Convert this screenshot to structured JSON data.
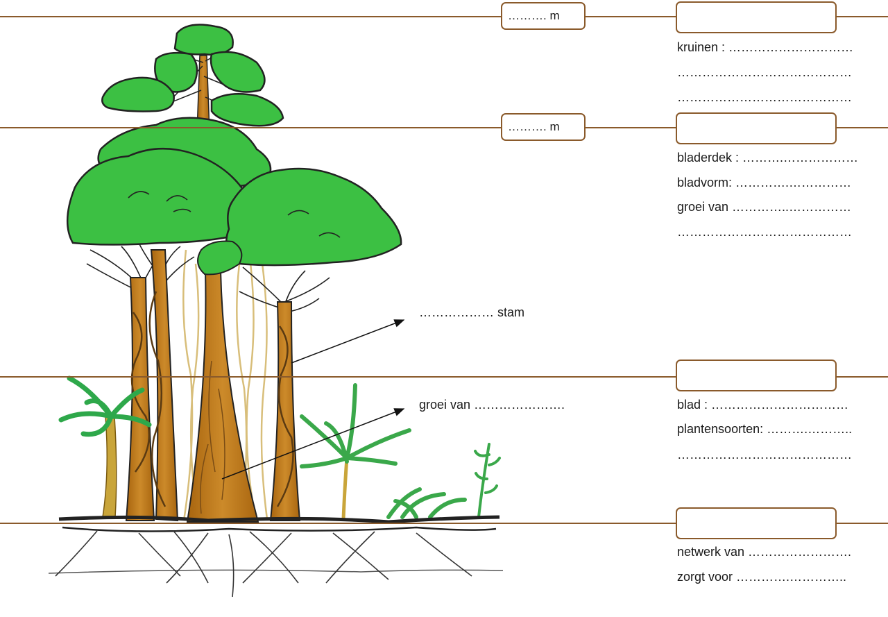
{
  "heights": {
    "top_value": "………. m",
    "middle_value": "………. m"
  },
  "layers": {
    "emergent": {
      "lines": [
        "kruinen : …………………………",
        "……………………………………",
        "……………………………………"
      ]
    },
    "canopy": {
      "lines": [
        "bladerdek : ……….………………",
        "bladvorm: ………….……………",
        "groei van …………..……………",
        "……………………………………"
      ]
    },
    "understory": {
      "lines": [
        "blad : ……………………………",
        "plantensoorten: ……….………..",
        "……………………………………"
      ]
    },
    "floor": {
      "lines": [
        "netwerk van …………………….",
        "zorgt voor ………….………….."
      ]
    }
  },
  "annotations": {
    "stam": "……………… stam",
    "groei": "groei van …………………."
  },
  "colors": {
    "layer_line": "#8a5a2b",
    "foliage": "#3cc043",
    "trunk": "#c07d1c",
    "liana": "#d8be7a",
    "shrub": "#3aa84a"
  }
}
